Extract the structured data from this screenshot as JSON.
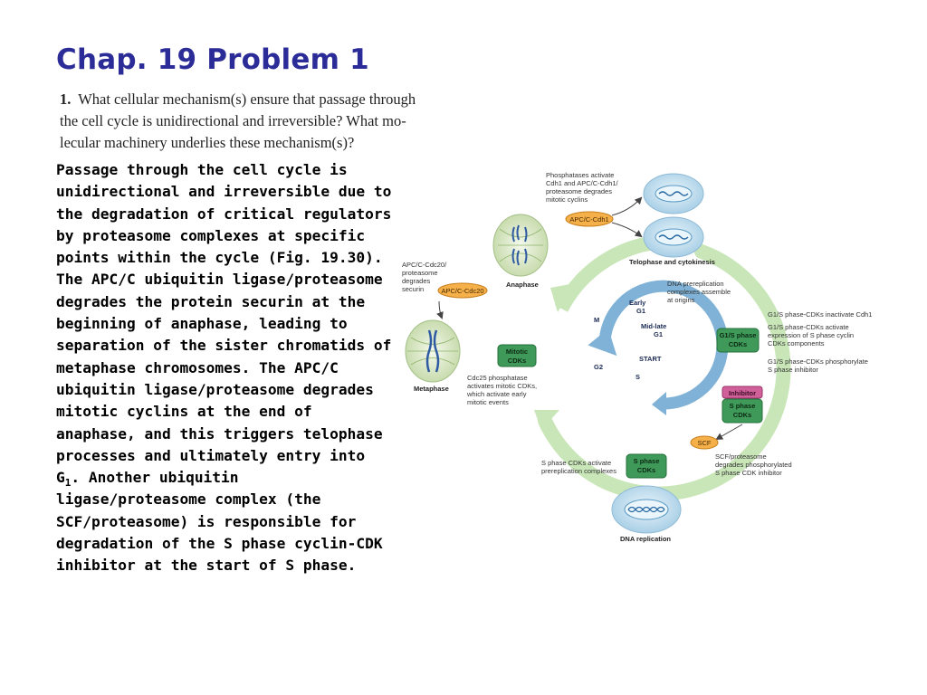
{
  "title": "Chap. 19 Problem 1",
  "question": {
    "number": "1.",
    "lines": [
      "What cellular mechanism(s) ensure that passage through",
      "the cell cycle is unidirectional and irreversible? What mo-",
      "lecular machinery underlies these mechanism(s)?"
    ]
  },
  "answer": {
    "part1": "Passage through the cell cycle is unidirectional and irreversible due to the degradation of critical regulators by proteasome complexes at specific points within the cycle (Fig. 19.30). The APC/C ubiquitin ligase/proteasome degrades the protein securin at the beginning of anaphase, leading to separation of the sister chromatids of metaphase chromosomes. The APC/C ubiquitin ligase/proteasome degrades mitotic cyclins at the end of anaphase, and this triggers telophase processes and ultimately entry into G",
    "subscript": "1",
    "part2": ". Another ubiquitin ligase/proteasome complex (the SCF/proteasome) is responsible for degradation of the S phase cyclin-CDK inhibitor at the start of S phase."
  },
  "figure": {
    "phosphatase_note": [
      "Phosphatases activate",
      "Cdh1 and APC/C-Cdh1/",
      "proteasome degrades",
      "mitotic cyclins"
    ],
    "apc_cdh1": "APC/C-Cdh1",
    "telophase_label": "Telophase and cytokinesis",
    "apc_cdc20_note": [
      "APC/C-Cdc20/",
      "proteasome",
      "degrades",
      "securin"
    ],
    "apc_cdc20": "APC/C-Cdc20",
    "anaphase_label": "Anaphase",
    "metaphase_label": "Metaphase",
    "dna_prereplication_note": [
      "DNA prereplication",
      "complexes assemble",
      "at origins"
    ],
    "stages": {
      "M": "M",
      "early_g1": [
        "Early",
        "G1"
      ],
      "midlate_g1": [
        "Mid-late",
        "G1"
      ],
      "start": "START",
      "s": "S",
      "g2": "G2"
    },
    "mitotic_cdks": [
      "Mitotic",
      "CDKs"
    ],
    "g1s_cdks": [
      "G1/S phase",
      "CDKs"
    ],
    "g1s_notes": [
      "G1/S phase-CDKs inactivate Cdh1",
      "G1/S phase-CDKs activate",
      "expression of S phase cyclin",
      "CDKs components",
      "G1/S phase-CDKs phosphorylate",
      "S phase inhibitor"
    ],
    "cdc25_note": [
      "Cdc25 phosphatase",
      "activates mitotic CDKs,",
      "which activate early",
      "mitotic events"
    ],
    "inhibitor": "Inhibitor",
    "s_phase_cdks": [
      "S phase",
      "CDKs"
    ],
    "scf": "SCF",
    "scf_note": [
      "SCF/proteasome",
      "degrades phosphorylated",
      "S phase CDK inhibitor"
    ],
    "s_cdks_note": [
      "S phase CDKs activate",
      "prereplication complexes"
    ],
    "s_phase_cdks_2": [
      "S phase",
      "CDKs"
    ],
    "dna_replication_label": "DNA replication",
    "colors": {
      "orange": "#f5b04a",
      "green_box": "#3f9a5a",
      "inhibitor": "#d0609a",
      "outer_arrow": "#c9e6b8",
      "inner_arrow": "#7fb2d6",
      "cell": "#cfe6f4"
    }
  }
}
